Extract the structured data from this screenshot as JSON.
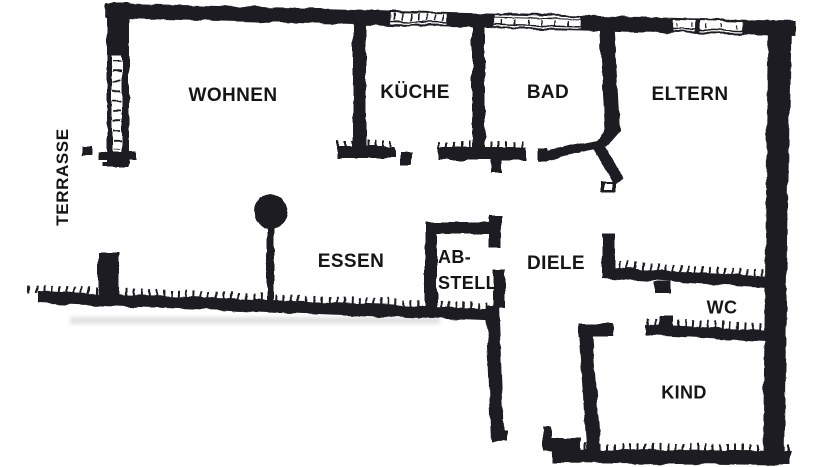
{
  "meta": {
    "drawing_type": "apartment floor plan (scanned, hand-drawn walls with printed labels)",
    "language": "German"
  },
  "colors": {
    "ink": "#1d1d24",
    "paper": "#ffffff",
    "label_text": "#151515",
    "scan_shadow": "#a9a9a9"
  },
  "rooms": {
    "terrasse": "TERRASSE",
    "wohnen": "WOHNEN",
    "kueche": "KÜCHE",
    "bad": "BAD",
    "eltern": "ELTERN",
    "essen": "ESSEN",
    "abstell_line1": "AB-",
    "abstell_line2": "STELL",
    "diele": "DIELE",
    "wc": "WC",
    "kind": "KIND"
  }
}
